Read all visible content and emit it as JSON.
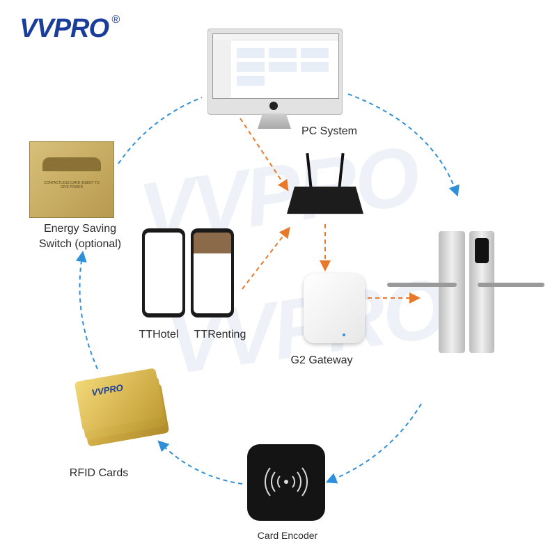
{
  "brand": {
    "name": "VVPRO",
    "registered": "®",
    "color": "#1a3d9c"
  },
  "watermark": "VVPRO",
  "nodes": {
    "pc": {
      "label": "PC System"
    },
    "energy": {
      "label_line1": "Energy Saving",
      "label_line2": "Switch (optional)",
      "card_text": "CONTACTLESS CARD INSERT TO GIVE POWER"
    },
    "phones": {
      "label_left": "TTHotel",
      "label_right": "TTRenting"
    },
    "gateway": {
      "label": "G2 Gateway"
    },
    "rfid": {
      "label": "RFID Cards",
      "card_brand": "VVPRO"
    },
    "encoder": {
      "label": "Card Encoder"
    }
  },
  "colors": {
    "blue_arrow": "#2f8fd8",
    "orange_arrow": "#e8782a",
    "gold": "#c9a44a"
  }
}
